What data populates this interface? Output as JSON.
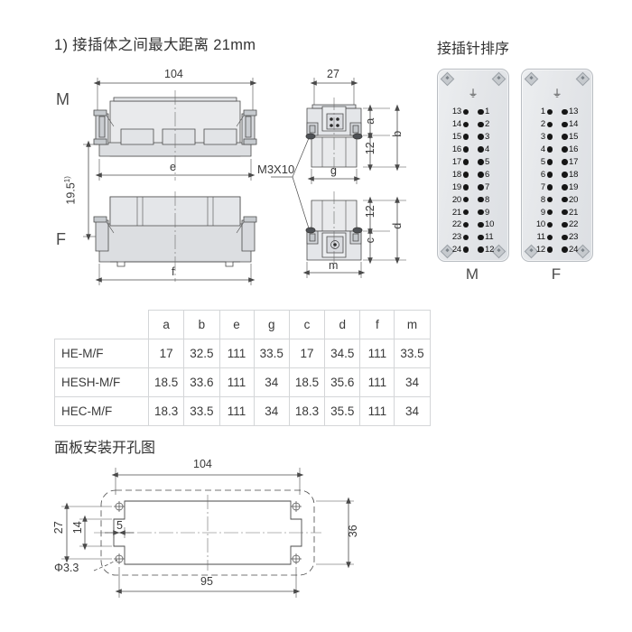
{
  "headings": {
    "note": "1) 接插体之间最大距离 21mm",
    "pin_order": "接插针排序",
    "panel_cutout": "面板安装开孔图"
  },
  "main_view": {
    "label_m": "M",
    "label_f": "F",
    "dim_width_top": "104",
    "dim_e": "e",
    "dim_f": "f",
    "dim_height": "19.5",
    "dim_height_sup": "1)",
    "screw_callout": "M3X10"
  },
  "side_views": {
    "top": {
      "dim_width": "27",
      "dim_a": "a",
      "dim_b": "b",
      "dim_12": "12",
      "dim_g": "g"
    },
    "bottom": {
      "dim_12": "12",
      "dim_c": "c",
      "dim_d": "d",
      "dim_m": "m"
    }
  },
  "pin_panels": {
    "male": {
      "label": "M",
      "ground_symbol": "⏚",
      "rows": [
        [
          "13",
          "1"
        ],
        [
          "14",
          "2"
        ],
        [
          "15",
          "3"
        ],
        [
          "16",
          "4"
        ],
        [
          "17",
          "5"
        ],
        [
          "18",
          "6"
        ],
        [
          "19",
          "7"
        ],
        [
          "20",
          "8"
        ],
        [
          "21",
          "9"
        ],
        [
          "22",
          "10"
        ],
        [
          "23",
          "11"
        ],
        [
          "24",
          "12"
        ]
      ]
    },
    "female": {
      "label": "F",
      "ground_symbol": "⏚",
      "rows": [
        [
          "1",
          "13"
        ],
        [
          "2",
          "14"
        ],
        [
          "3",
          "15"
        ],
        [
          "4",
          "16"
        ],
        [
          "5",
          "17"
        ],
        [
          "6",
          "18"
        ],
        [
          "7",
          "19"
        ],
        [
          "8",
          "20"
        ],
        [
          "9",
          "21"
        ],
        [
          "10",
          "22"
        ],
        [
          "11",
          "23"
        ],
        [
          "12",
          "24"
        ]
      ]
    }
  },
  "spec_table": {
    "columns": [
      "a",
      "b",
      "e",
      "g",
      "c",
      "d",
      "f",
      "m"
    ],
    "rows": [
      {
        "label": "HE-M/F",
        "values": [
          "17",
          "32.5",
          "111",
          "33.5",
          "17",
          "34.5",
          "111",
          "33.5"
        ]
      },
      {
        "label": "HESH-M/F",
        "values": [
          "18.5",
          "33.6",
          "111",
          "34",
          "18.5",
          "35.6",
          "111",
          "34"
        ]
      },
      {
        "label": "HEC-M/F",
        "values": [
          "18.3",
          "33.5",
          "111",
          "34",
          "18.3",
          "35.5",
          "111",
          "34"
        ]
      }
    ]
  },
  "panel_cutout": {
    "dim_104": "104",
    "dim_95": "95",
    "dim_36": "36",
    "dim_27": "27",
    "dim_14": "14",
    "dim_5": "5",
    "hole_callout": "Φ3.3"
  },
  "colors": {
    "line": "#4a4a4a",
    "fill_light": "#e9eaec",
    "fill_mid": "#dcdee1",
    "panel_bg": "#e6e8ea",
    "text": "#3a3a3a"
  }
}
